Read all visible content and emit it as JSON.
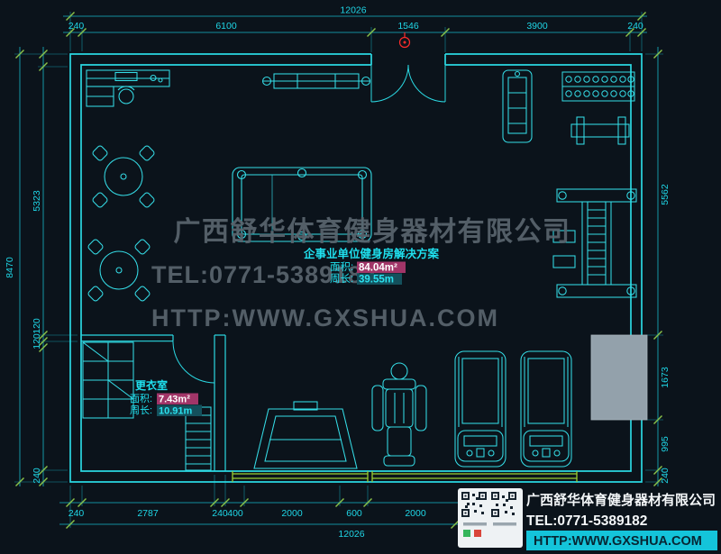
{
  "dims": {
    "top_total": "12026",
    "top_segments": [
      "240",
      "6100",
      "1546",
      "3900",
      "240"
    ],
    "left_total": "8470",
    "left_segments": [
      "5323",
      "120",
      "120",
      "240"
    ],
    "right_segments": [
      "5562",
      "1673",
      "995",
      "240"
    ],
    "bottom_segments": [
      "240",
      "2787",
      "240",
      "400",
      "2000",
      "600",
      "2000"
    ],
    "bottom_total": "12026"
  },
  "watermark": {
    "company": "广西舒华体育健身器材有限公司",
    "tel": "TEL:0771-5389182",
    "url": "HTTP:WWW.GXSHUA.COM"
  },
  "room_info": {
    "title": "企事业单位健身房解决方案",
    "area_label": "面积:",
    "area_value": "84.04m²",
    "perim_label": "周长:",
    "perim_value": "39.55m"
  },
  "locker_room": {
    "name": "更衣室",
    "area_label": "面积:",
    "area_value": "7.43m²",
    "perim_label": "周长:",
    "perim_value": "10.91m"
  },
  "title_block": {
    "company": "广西舒华体育健身器材有限公司",
    "tel": "TEL:0771-5389182",
    "url": "HTTP:WWW.GXSHUA.COM"
  },
  "colors": {
    "background": "#0b131b",
    "line_cyan": "#2bd8e2",
    "dim_cyan": "#1fd6e6",
    "tick_green": "#8bc34a",
    "window_green": "#9acd32",
    "watermark_gray": "#5a656e",
    "red_marker": "#ff2b2b",
    "area_highlight": "#a23568",
    "perim_highlight": "#14505c",
    "title_bar_cyan": "#14c4da",
    "column_gray": "#93a1ab"
  }
}
